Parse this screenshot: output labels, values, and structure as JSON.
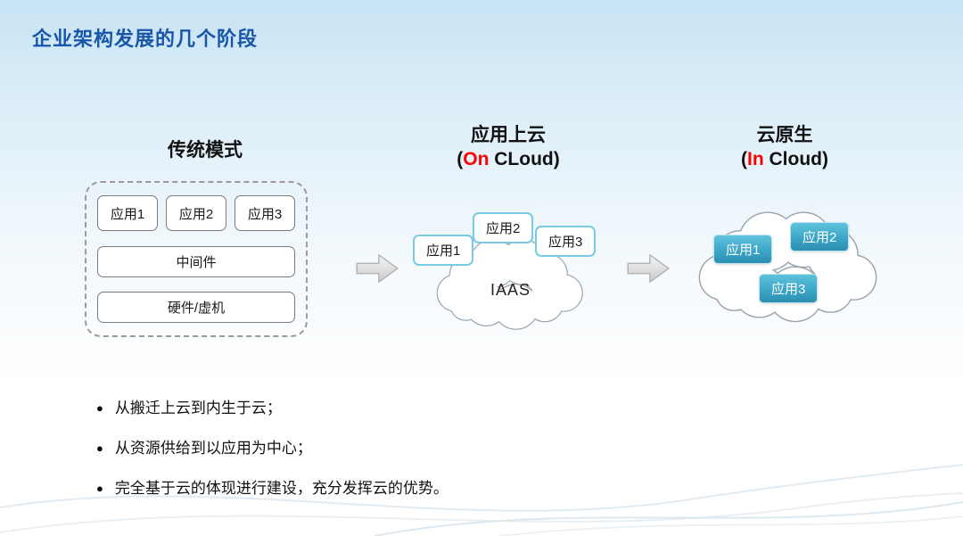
{
  "title": "企业架构发展的几个阶段",
  "stages": {
    "traditional": {
      "heading": "传统模式",
      "apps": [
        "应用1",
        "应用2",
        "应用3"
      ],
      "middleware": "中间件",
      "hardware": "硬件/虚机"
    },
    "oncloud": {
      "heading": "应用上云",
      "sub_open": "(",
      "sub_highlight": "On",
      "sub_rest": " CLoud)",
      "apps": [
        "应用1",
        "应用2",
        "应用3"
      ],
      "cloud_label": "IAAS"
    },
    "incloud": {
      "heading": "云原生",
      "sub_open": "(",
      "sub_highlight": "In",
      "sub_rest": " Cloud)",
      "apps": [
        "应用1",
        "应用2",
        "应用3"
      ]
    }
  },
  "bullets": [
    "从搬迁上云到内生于云；",
    "从资源供给到以应用为中心；",
    "完全基于云的体现进行建设，充分发挥云的优势。"
  ],
  "colors": {
    "title_blue": "#1A56A8",
    "accent_red": "#FF0000",
    "chip_border_blue": "#79CBE4",
    "chip_teal": "#3AA3C4",
    "box_border_gray": "#7A7A7A",
    "cloud_outline_gray": "#9AA5AD"
  }
}
